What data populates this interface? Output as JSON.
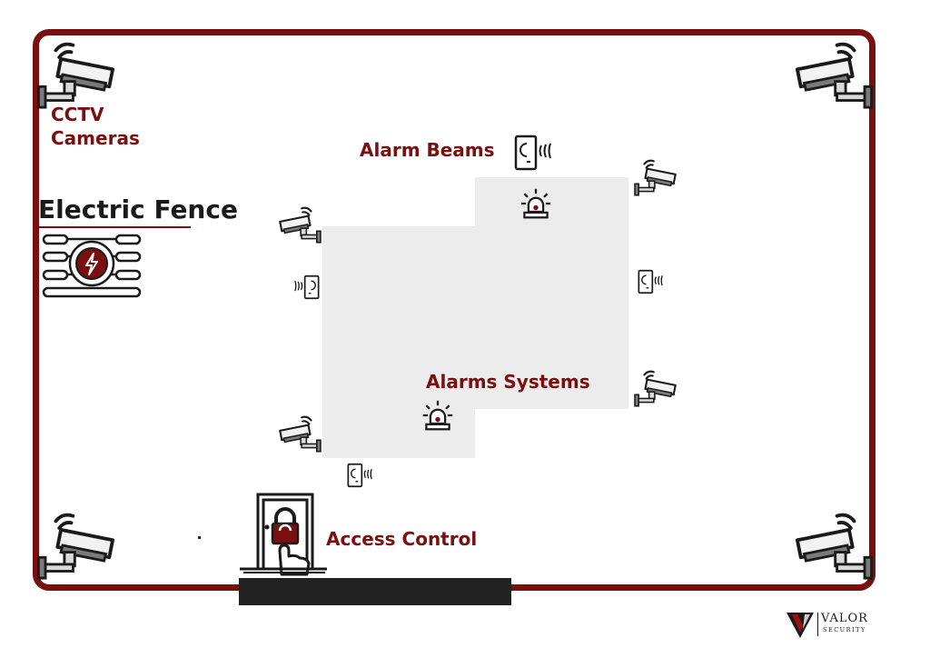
{
  "labels": {
    "cctv": "CCTV",
    "cameras": "Cameras",
    "electric_fence": "Electric Fence",
    "alarm_beams": "Alarm Beams",
    "alarm_systems": "Alarms Systems",
    "access_control": "Access Control"
  },
  "logo": {
    "name": "VALOR",
    "tagline": "SECURITY"
  },
  "colors": {
    "brand": "#7a0f0f",
    "building": "#ececec",
    "ink": "#1a1a1a"
  },
  "icons": [
    "cctv-camera-icon",
    "alarm-beam-sensor-icon",
    "alarm-siren-icon",
    "electric-fence-icon",
    "access-control-door-icon"
  ]
}
